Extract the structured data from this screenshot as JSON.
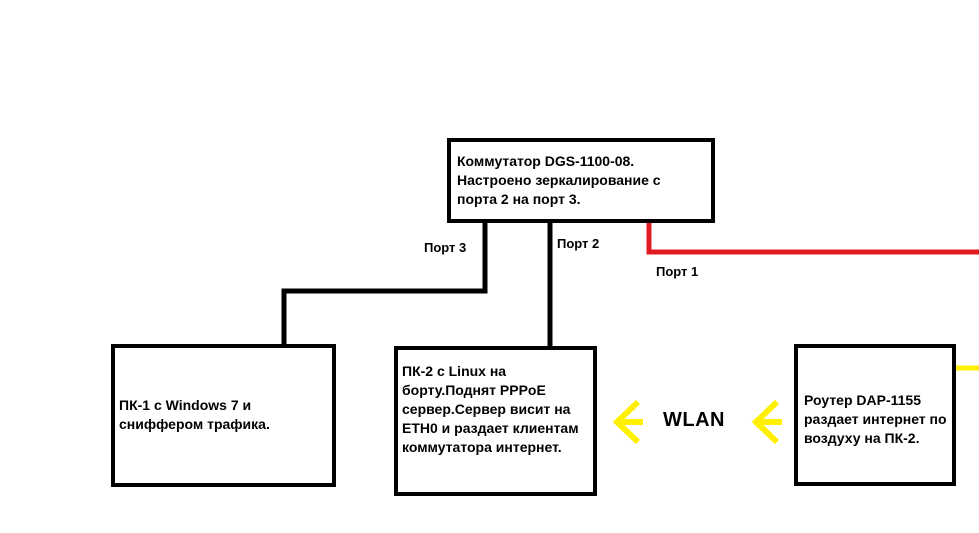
{
  "switch": {
    "text": "Коммутатор DGS-1100-08.\nНастроено   зеркалирование с\nпорта 2 на порт 3."
  },
  "pc1": {
    "text": "ПК-1 с Windows 7 и\nсниффером трафика."
  },
  "pc2": {
    "text": "ПК-2 с Linux на\nборту.Поднят PPPoE\nсервер.Сервер висит на\nETH0 и раздает клиентам\nкоммутатора интернет."
  },
  "router": {
    "text": "Роутер DAP-1155\nраздает интернет по\nвоздуху на ПК-2."
  },
  "ports": {
    "port3": "Порт 3",
    "port2": "Порт 2",
    "port1": "Порт 1"
  },
  "wlan_label": "WLAN",
  "colors": {
    "lines": "#000000",
    "port1_link": "#e11b22",
    "wireless_arrows": "#ffef00"
  }
}
